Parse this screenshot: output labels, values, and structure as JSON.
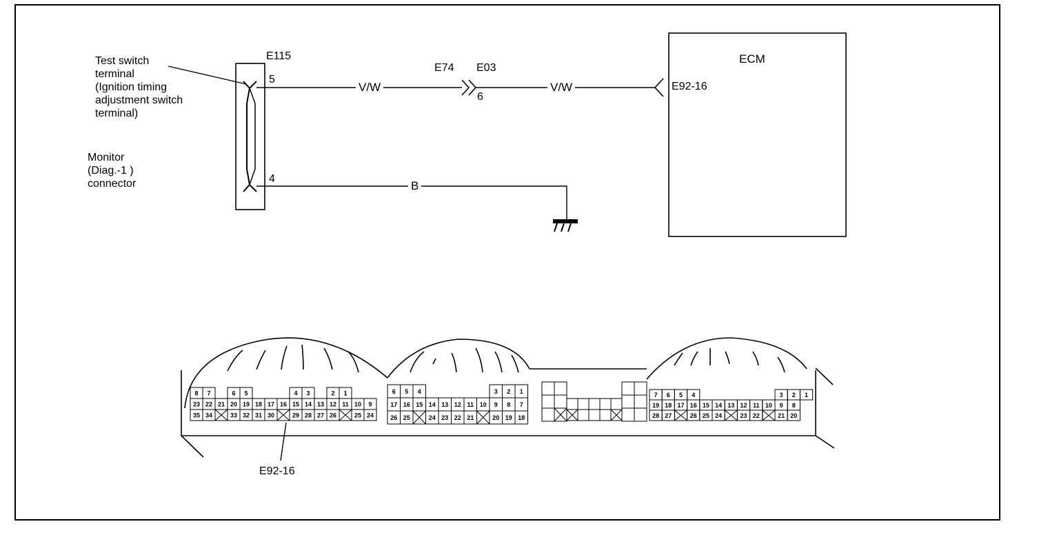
{
  "labels": {
    "test_switch_line1": "Test switch",
    "test_switch_line2": "terminal",
    "test_switch_line3": "(Ignition timing",
    "test_switch_line4": "adjustment switch",
    "test_switch_line5": "terminal)",
    "monitor_line1": "Monitor",
    "monitor_line2": "(Diag.-1 )",
    "monitor_line3": "connector",
    "e115": "E115",
    "pin5": "5",
    "pin4": "4",
    "wire_vw1": "V/W",
    "wire_vw2": "V/W",
    "wire_b": "B",
    "e74": "E74",
    "e03": "E03",
    "pin6": "6",
    "ecm": "ECM",
    "e92_16_top": "E92-16",
    "e92_16_bottom": "E92-16"
  },
  "connector_pins": {
    "block_a": {
      "row1": [
        "8",
        "7",
        "",
        "6",
        "5",
        "",
        "",
        "",
        "4",
        "3",
        "",
        "2",
        "1"
      ],
      "row2": [
        "23",
        "22",
        "21",
        "20",
        "19",
        "18",
        "17",
        "16",
        "15",
        "14",
        "13",
        "12",
        "11",
        "10",
        "9"
      ],
      "row3": [
        "35",
        "34",
        "X",
        "33",
        "32",
        "31",
        "30",
        "X",
        "29",
        "28",
        "27",
        "26",
        "X",
        "25",
        "24"
      ]
    },
    "block_b": {
      "row1": [
        "6",
        "5",
        "4",
        "",
        "",
        "",
        "",
        "",
        "3",
        "2",
        "1"
      ],
      "row2": [
        "17",
        "16",
        "15",
        "14",
        "13",
        "12",
        "11",
        "10",
        "9",
        "8",
        "7"
      ],
      "row3": [
        "26",
        "25",
        "X",
        "24",
        "23",
        "22",
        "21",
        "X",
        "20",
        "19",
        "18"
      ]
    },
    "block_c": {
      "row1": [
        "7",
        "6",
        "5",
        "4",
        "",
        "",
        "",
        "",
        "",
        "",
        "3",
        "2",
        "1"
      ],
      "row2": [
        "19",
        "18",
        "17",
        "16",
        "15",
        "14",
        "13",
        "12",
        "11",
        "10",
        "9",
        "8"
      ],
      "row3": [
        "28",
        "27",
        "X",
        "26",
        "25",
        "24",
        "X",
        "23",
        "22",
        "X",
        "21",
        "20"
      ]
    }
  }
}
